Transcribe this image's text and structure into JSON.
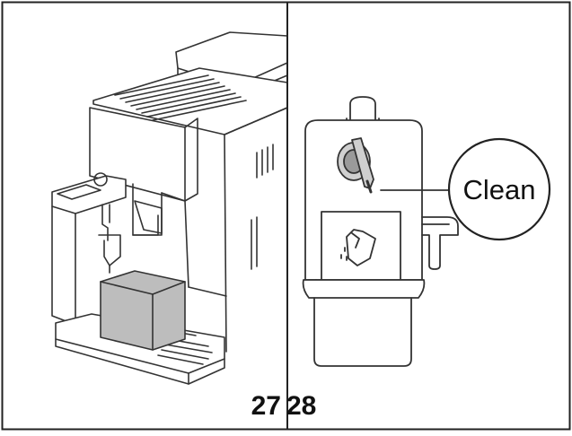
{
  "panels": [
    {
      "figure_number": "27"
    },
    {
      "figure_number": "28",
      "callout": {
        "label": "Clean"
      }
    }
  ]
}
